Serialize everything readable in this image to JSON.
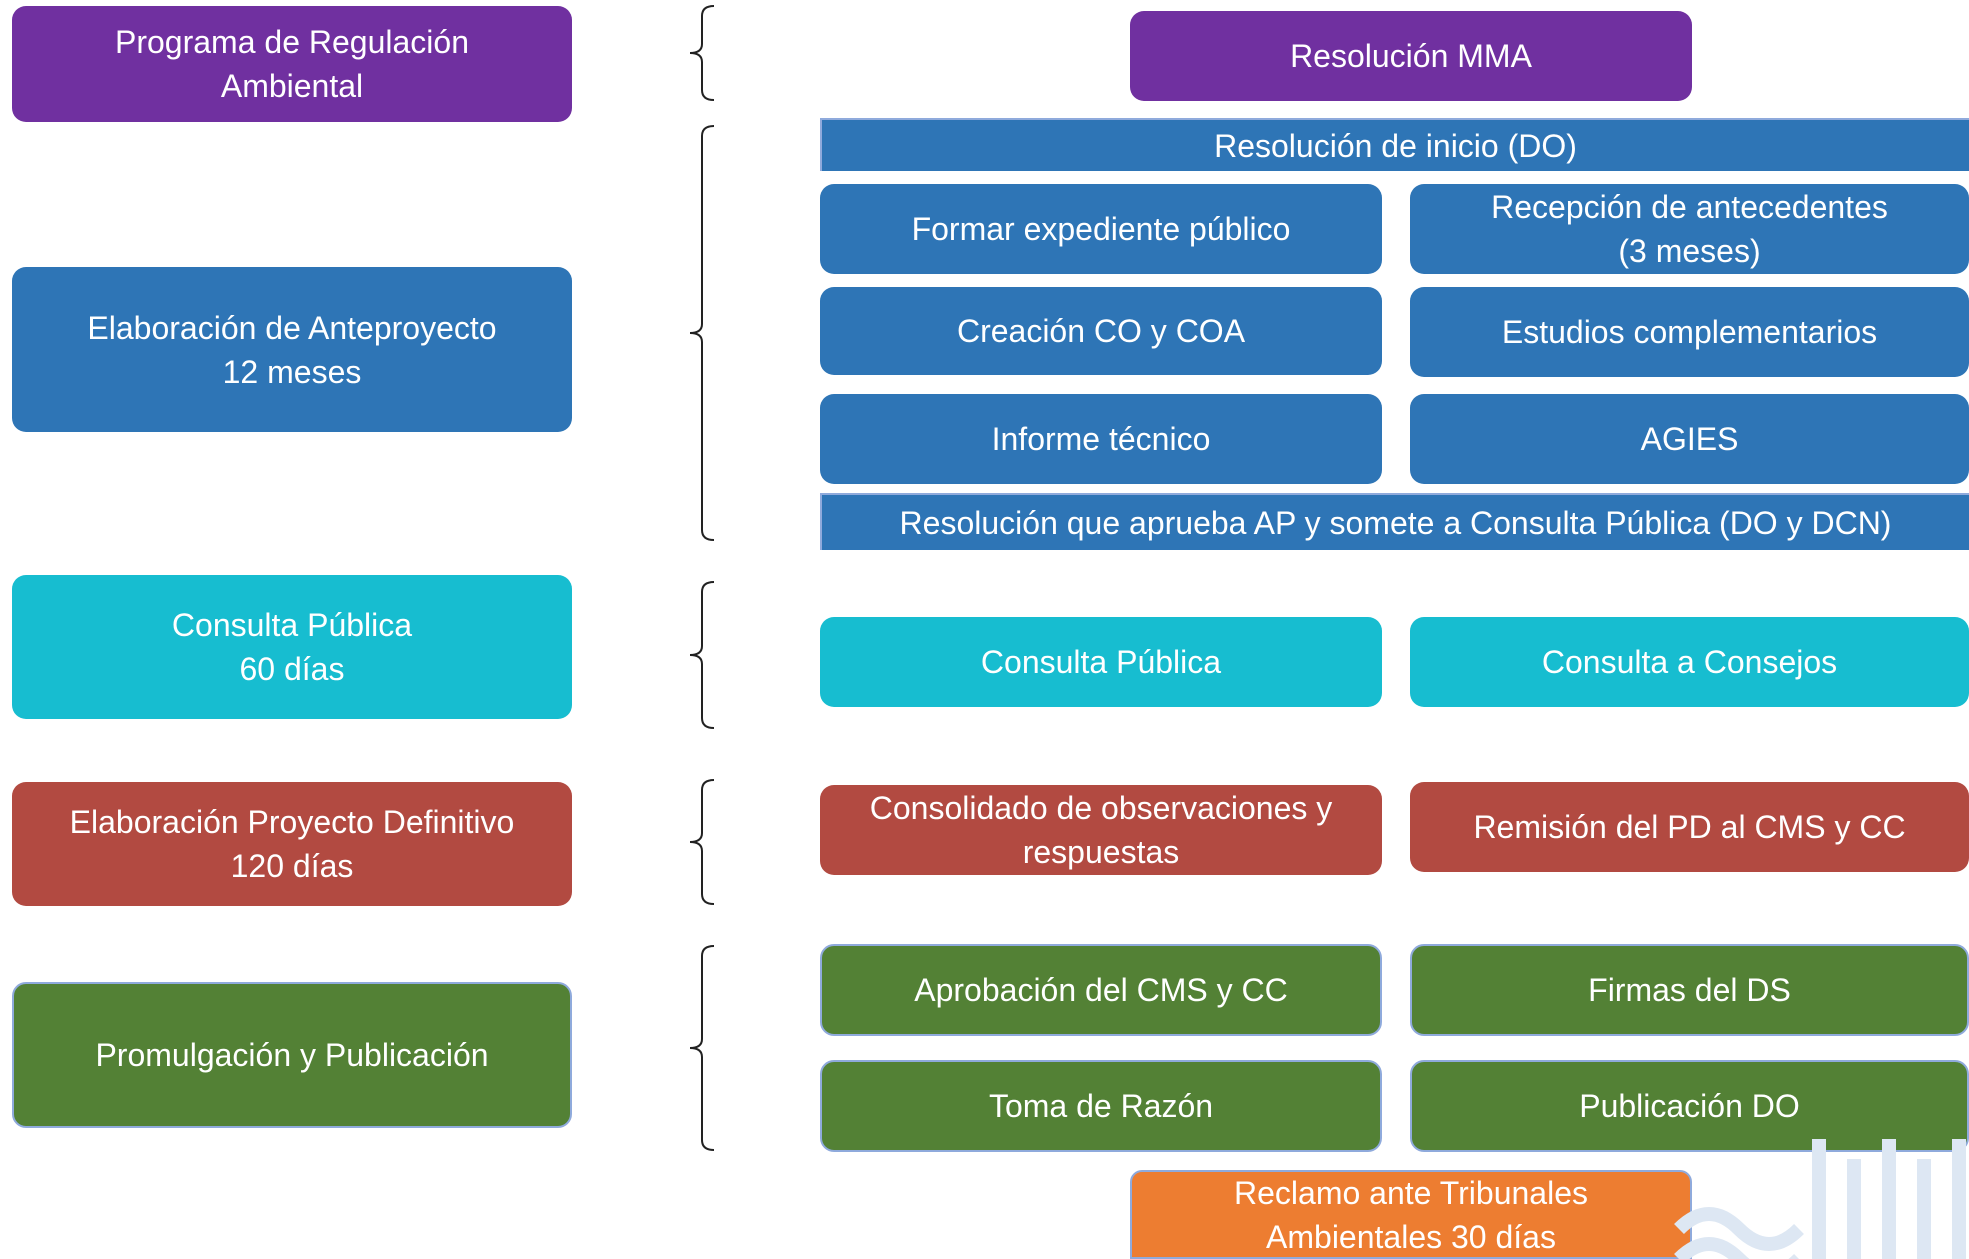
{
  "stages": [
    {
      "name": "stage-programa",
      "text": "Programa de Regulación\nAmbiental"
    },
    {
      "name": "stage-anteproyecto",
      "text": "Elaboración de Anteproyecto\n12 meses"
    },
    {
      "name": "stage-consulta",
      "text": "Consulta Pública\n60 días"
    },
    {
      "name": "stage-proyecto-definitivo",
      "text": "Elaboración Proyecto Definitivo\n120 días"
    },
    {
      "name": "stage-promulgacion",
      "text": "Promulgación y Publicación"
    }
  ],
  "steps": {
    "resolucion_mma": "Resolución MMA",
    "resolucion_inicio": "Resolución de inicio (DO)",
    "formar_expediente": "Formar expediente público",
    "recepcion_antecedentes": "Recepción de antecedentes\n(3 meses)",
    "creacion_co": "Creación CO y COA",
    "estudios": "Estudios complementarios",
    "informe_tecnico": "Informe técnico",
    "agies": "AGIES",
    "resolucion_aprueba": "Resolución que aprueba AP y somete a Consulta Pública (DO y DCN)",
    "consulta_publica": "Consulta Pública",
    "consulta_consejos": "Consulta a Consejos",
    "consolidado": "Consolidado de observaciones y\nrespuestas",
    "remision": "Remisión del PD al CMS y CC",
    "aprobacion": "Aprobación del CMS y CC",
    "firmas": "Firmas del DS",
    "toma_razon": "Toma de Razón",
    "publicacion": "Publicación DO",
    "reclamo": "Reclamo ante Tribunales\nAmbientales 30 días"
  },
  "colors": {
    "purple": "#7030a0",
    "blue": "#2e75b6",
    "cyan": "#17bdd0",
    "red": "#b24a41",
    "green": "#538135",
    "orange": "#ed7d31"
  }
}
